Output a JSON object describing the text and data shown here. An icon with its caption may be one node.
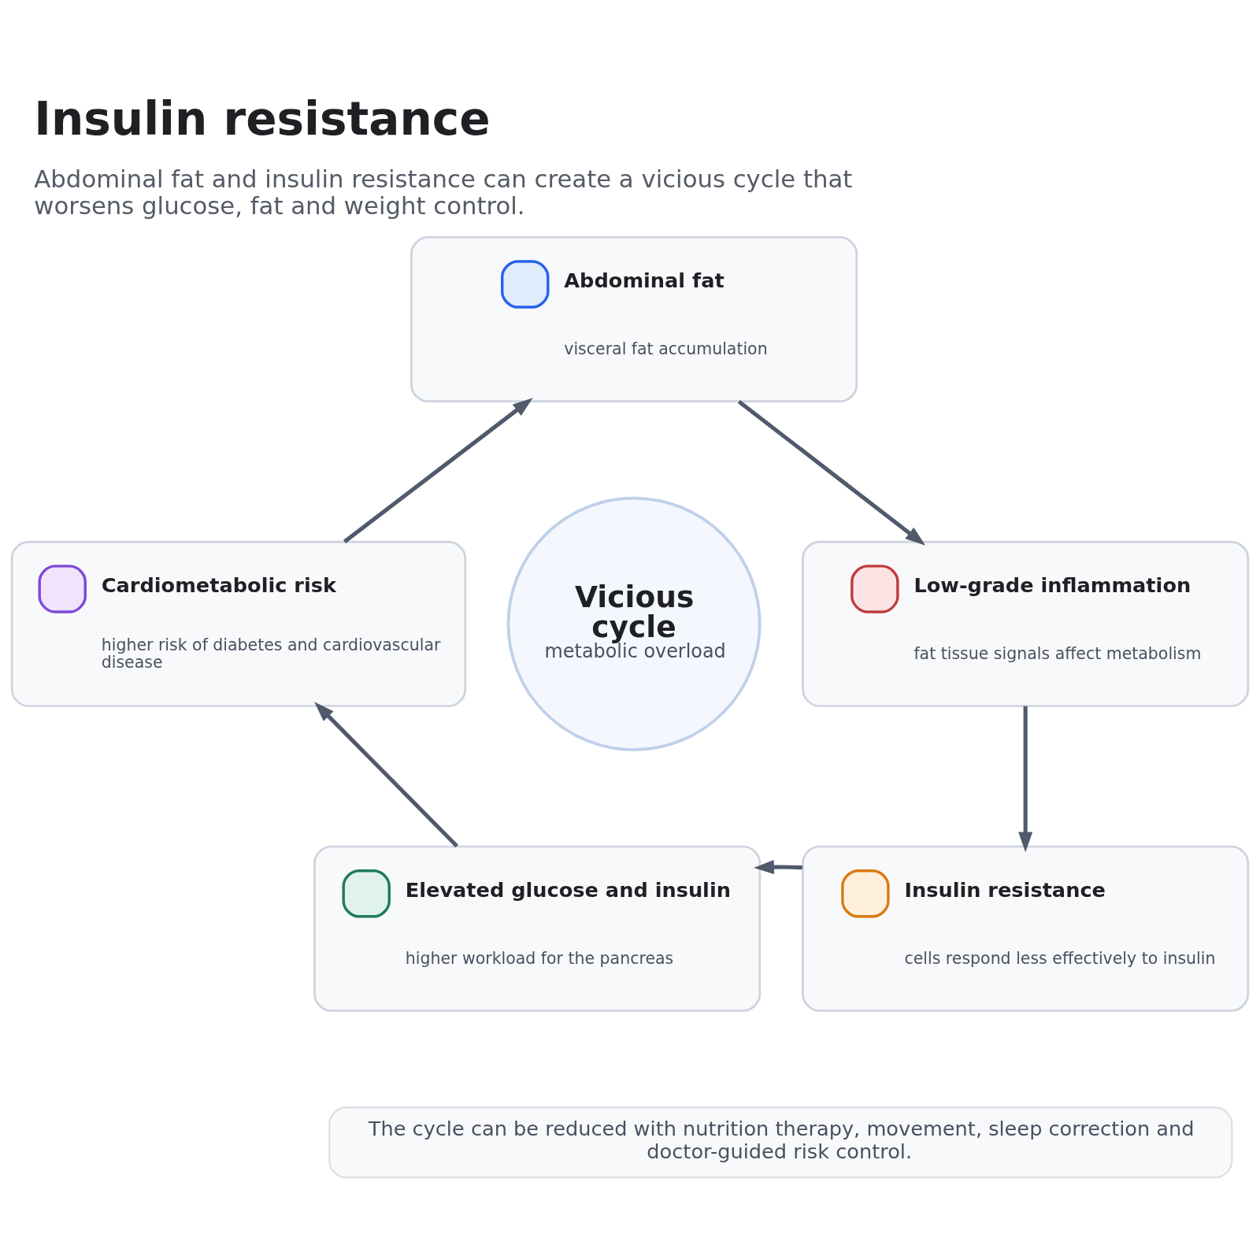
{
  "diagram": {
    "title": "Insulin resistance",
    "caption": "Abdominal fat and insulin resistance can create a vicious cycle that worsens glucose, fat and weight control.",
    "nodes": [
      {
        "text": [
          "Abdominal fat",
          "visceral fat accumulation"
        ]
      },
      {
        "text": [
          "Low-grade inflammation",
          "fat tissue signals affect metabolism"
        ]
      },
      {
        "text": [
          "Insulin resistance",
          "cells respond less effectively to insulin"
        ]
      },
      {
        "text": [
          "Elevated glucose and insulin",
          "higher workload for the pancreas"
        ]
      },
      {
        "text": [
          "Cardiometabolic risk",
          "higher risk of diabetes and cardiovascular disease"
        ]
      },
      {
        "text": [
          "Vicious cycle",
          "metabolic overload"
        ]
      },
      {
        "text": [
          "The cycle can be reduced with nutrition therapy, movement, sleep correction and doctor-guided risk control."
        ]
      }
    ],
    "edges": [
      {
        "from": 0,
        "to": 1,
        "arrow": "to"
      },
      {
        "from": 1,
        "to": 2,
        "arrow": "to"
      },
      {
        "from": 2,
        "to": 3,
        "arrow": "to"
      },
      {
        "from": 3,
        "to": 4,
        "arrow": "to"
      },
      {
        "from": 4,
        "to": 0,
        "arrow": "to"
      }
    ]
  }
}
